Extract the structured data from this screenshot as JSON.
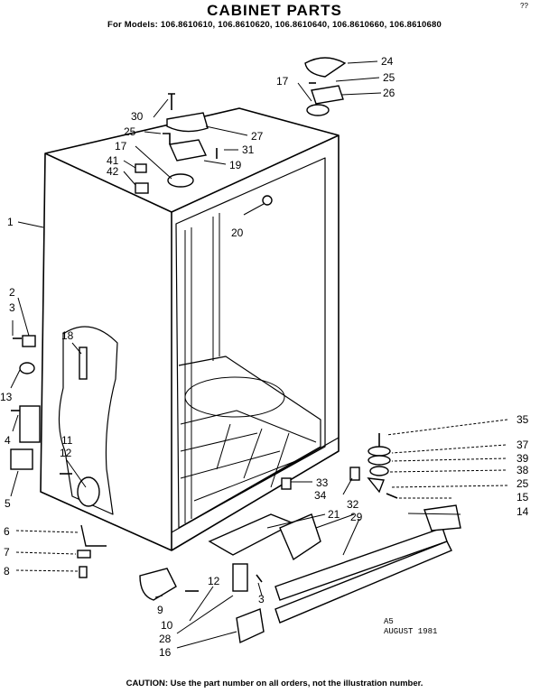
{
  "header": {
    "title": "CABINET PARTS",
    "models": "For Models: 106.8610610, 106.8610620, 106.8610640, 106.8610660, 106.8610680",
    "corner_mark": "??"
  },
  "stamp": {
    "line1": "A5",
    "line2": "AUGUST 1981"
  },
  "footer": {
    "caution": "CAUTION: Use the part number on all orders, not the illustration number."
  },
  "callouts": {
    "c1": "1",
    "c2": "2",
    "c3a": "3",
    "c3b": "3",
    "c4": "4",
    "c5": "5",
    "c6": "6",
    "c7": "7",
    "c8": "8",
    "c9": "9",
    "c10": "10",
    "c11": "11",
    "c12a": "12",
    "c12b": "12",
    "c13": "13",
    "c14": "14",
    "c15": "15",
    "c16": "16",
    "c17a": "17",
    "c17b": "17",
    "c18": "18",
    "c19": "19",
    "c20": "20",
    "c21": "21",
    "c24": "24",
    "c25a": "25",
    "c25b": "25",
    "c25c": "25",
    "c26": "26",
    "c27": "27",
    "c28": "28",
    "c29": "29",
    "c30": "30",
    "c31": "31",
    "c32": "32",
    "c33": "33",
    "c34": "34",
    "c35": "35",
    "c37": "37",
    "c38": "38",
    "c39": "39",
    "c41": "41",
    "c42": "42"
  }
}
